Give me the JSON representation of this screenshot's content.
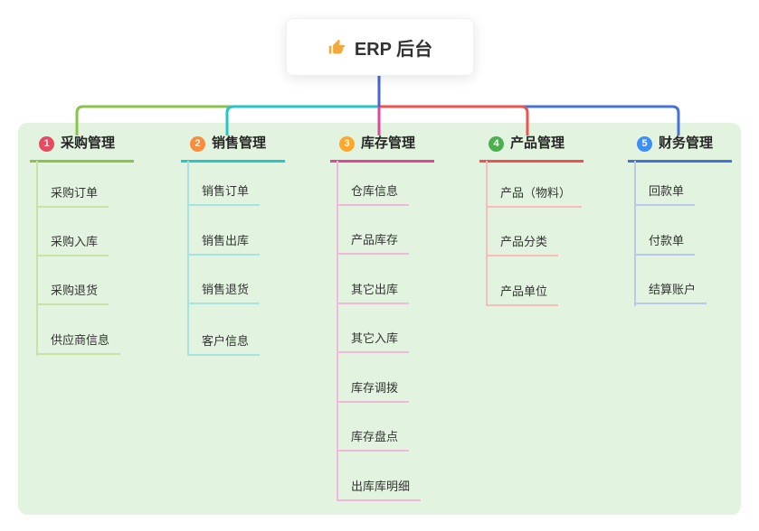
{
  "root": {
    "title": "ERP 后台",
    "icon": "thumbs-up"
  },
  "branches": [
    {
      "badge": "1",
      "title": "采购管理",
      "color": "#8bc34a",
      "badge_color": "#e84a5f",
      "line_color": "#c9e3a6",
      "children": [
        "采购订单",
        "采购入库",
        "采购退货",
        "供应商信息"
      ]
    },
    {
      "badge": "2",
      "title": "销售管理",
      "color": "#27c5c5",
      "badge_color": "#fb8c3c",
      "line_color": "#a6e4e2",
      "children": [
        "销售订单",
        "销售出库",
        "销售退货",
        "客户信息"
      ]
    },
    {
      "badge": "3",
      "title": "库存管理",
      "color": "#e0459c",
      "badge_color": "#ffa726",
      "line_color": "#f2b8da",
      "children": [
        "仓库信息",
        "产品库存",
        "其它出库",
        "其它入库",
        "库存调拨",
        "库存盘点",
        "出库库明细"
      ]
    },
    {
      "badge": "4",
      "title": "产品管理",
      "color": "#ef5350",
      "badge_color": "#4caf50",
      "line_color": "#f8bdb8",
      "children": [
        "产品（物料）",
        "产品分类",
        "产品单位"
      ]
    },
    {
      "badge": "5",
      "title": "财务管理",
      "color": "#4671d5",
      "badge_color": "#3e8ef7",
      "line_color": "#b9c9ee",
      "children": [
        "回款单",
        "付款单",
        "结算账户"
      ]
    }
  ],
  "colors": {
    "panel_bg": "#e2f4df",
    "root_drop": "#4565d8",
    "thumb": "#f2a93c"
  }
}
